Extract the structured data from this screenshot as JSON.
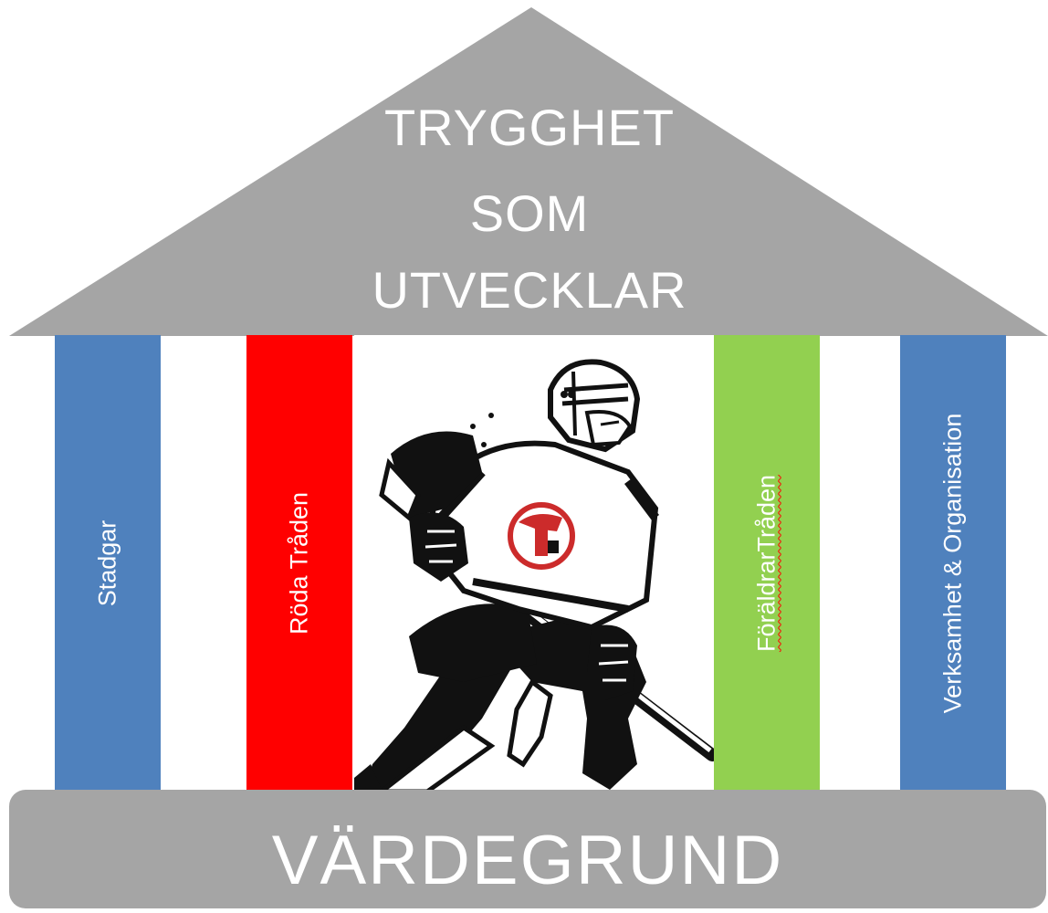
{
  "roof": {
    "lines": [
      "TRYGGHET",
      "SOM",
      "UTVECKLAR"
    ],
    "color": "#a5a5a5"
  },
  "pillars": [
    {
      "label": "Stadgar",
      "color": "#4f81bd"
    },
    {
      "label": "Röda Tråden",
      "color": "#ff0000"
    },
    {
      "label": "FöräldrarTråden",
      "color": "#92d050"
    },
    {
      "label": "Verksamhet & Organisation",
      "color": "#4f81bd"
    }
  ],
  "center_image": {
    "description_icon": "hockey-player-illustration",
    "emblem_icon": "club-crest-icon",
    "emblem_color": "#cc2b2b"
  },
  "base": {
    "label": "VÄRDEGRUND",
    "color": "#a5a5a5"
  }
}
